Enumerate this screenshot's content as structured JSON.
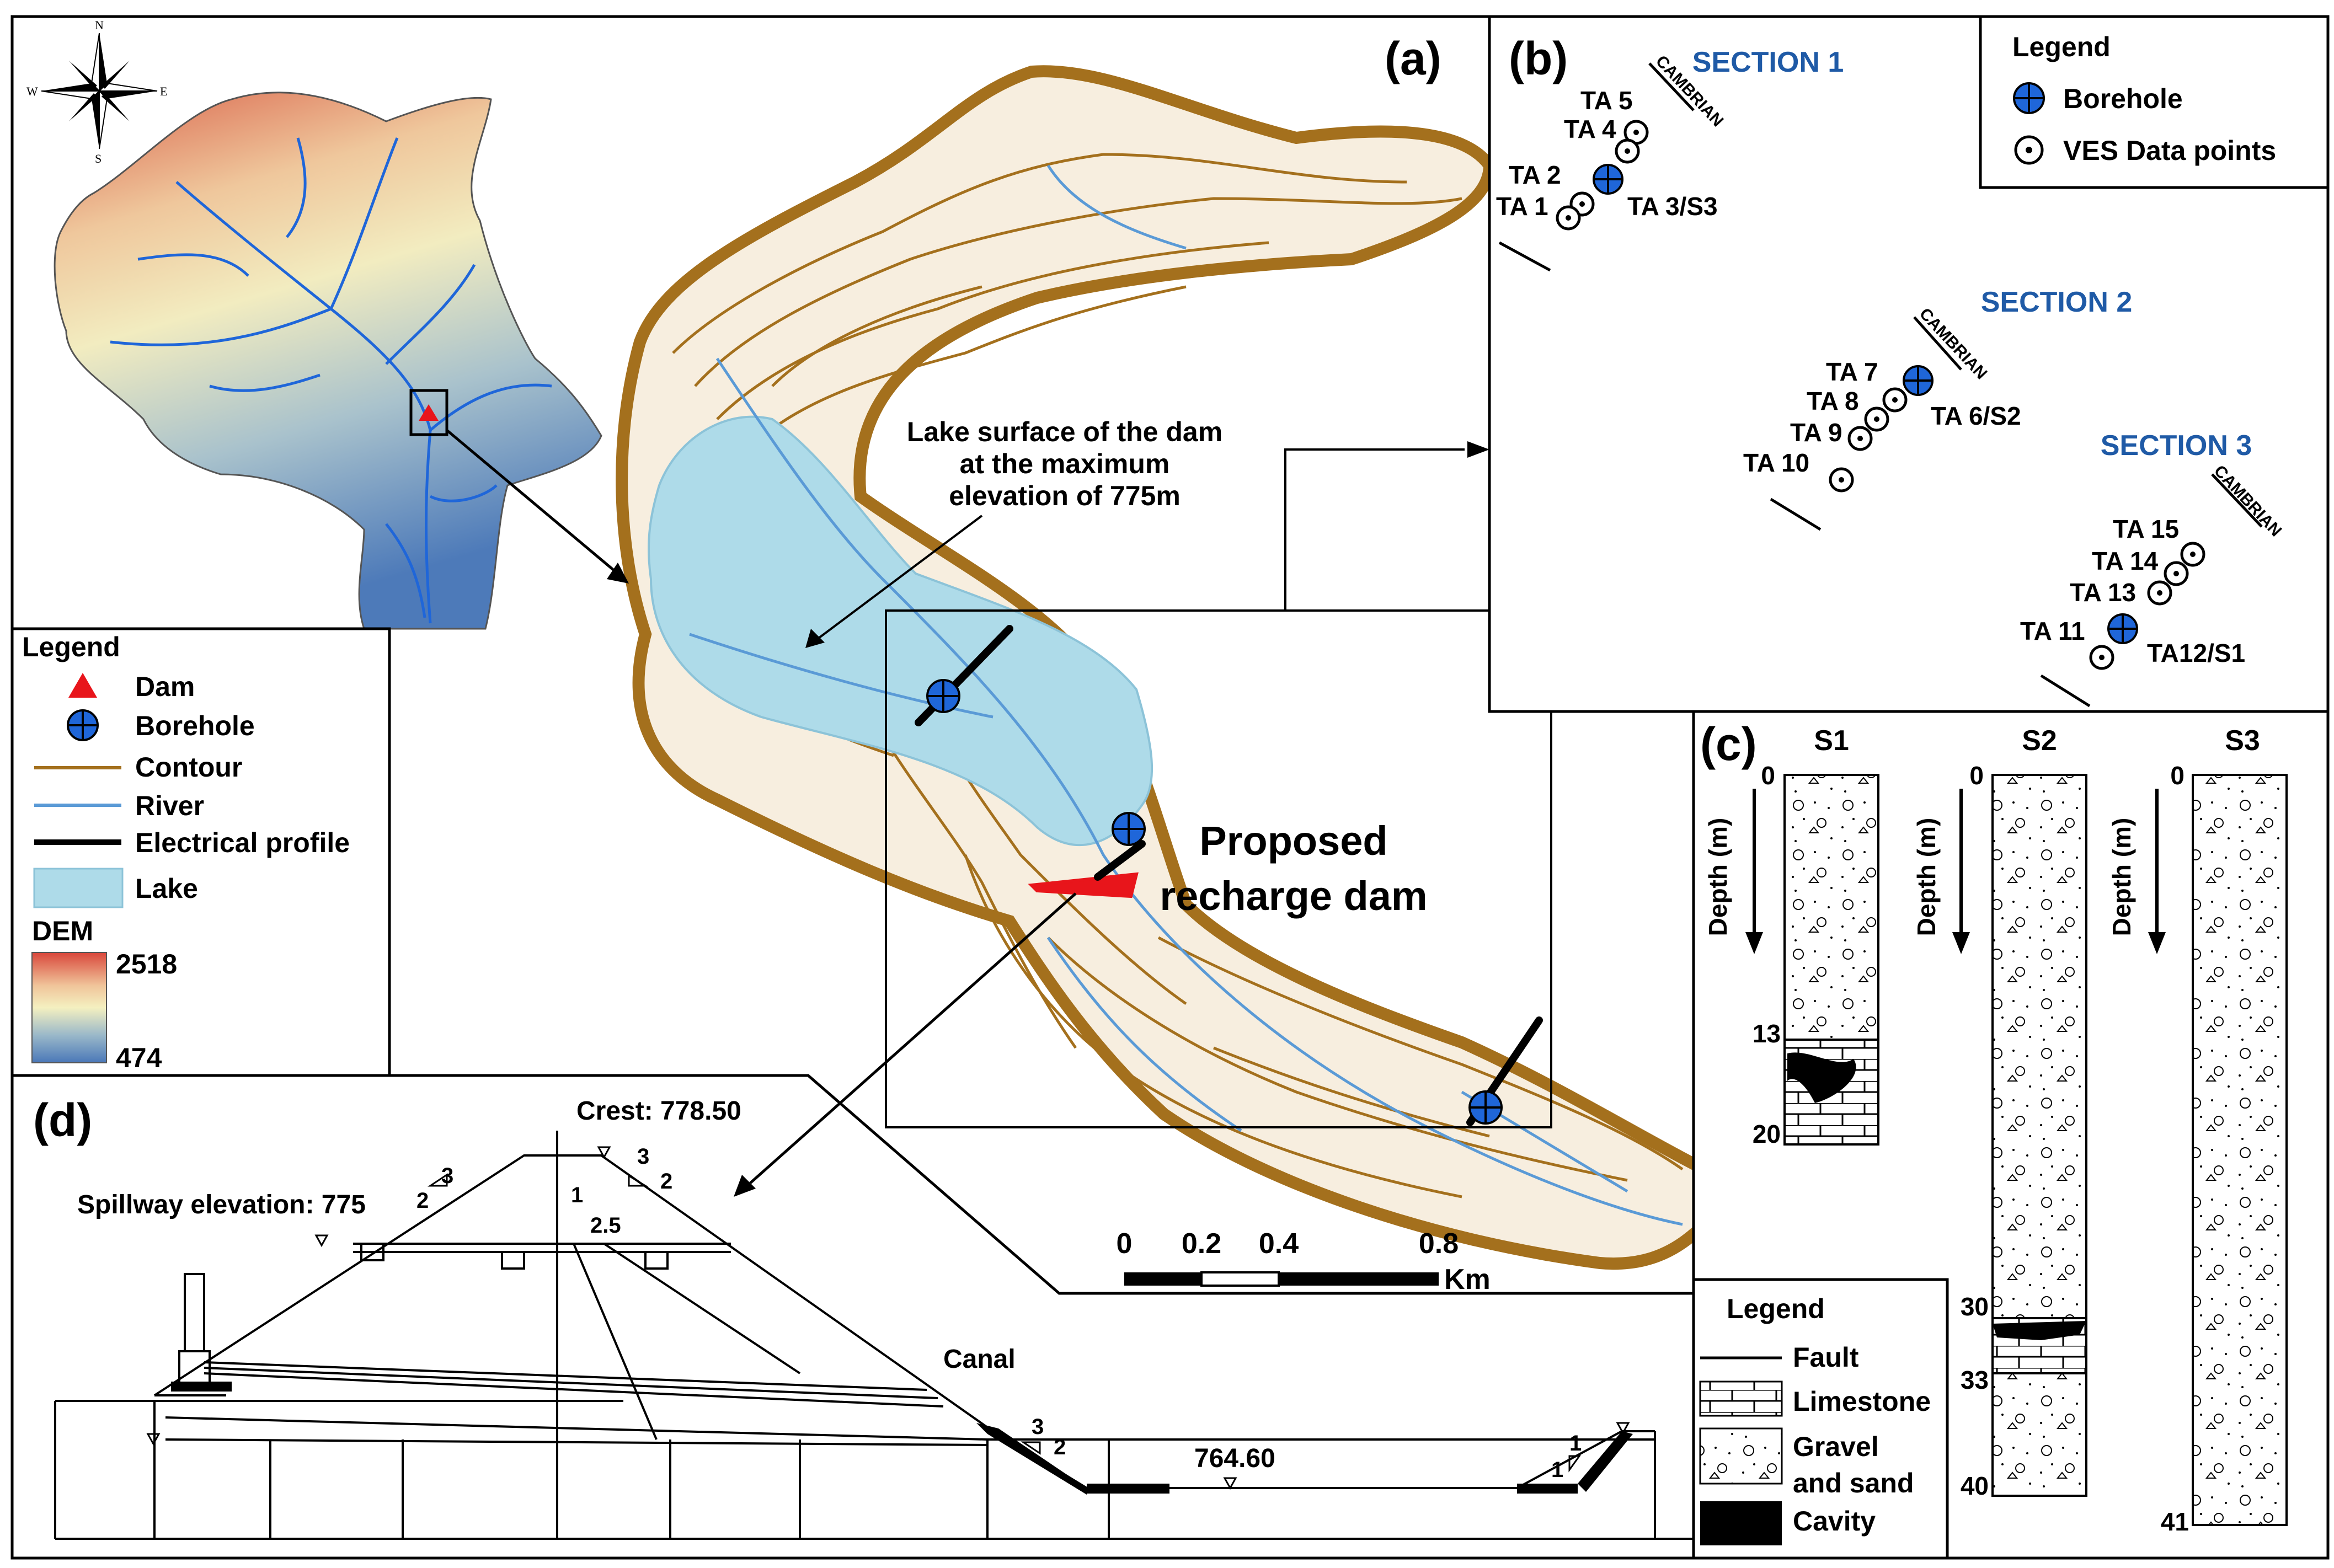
{
  "panels": {
    "a": "(a)",
    "b": "(b)",
    "c": "(c)",
    "d": "(d)"
  },
  "compass": {
    "n": "N",
    "s": "S",
    "e": "E",
    "w": "W"
  },
  "legend_a": {
    "title": "Legend",
    "items": [
      "Dam",
      "Borehole",
      "Contour",
      "River",
      "Electrical profile",
      "Lake"
    ],
    "dem_title": "DEM",
    "dem_max": "2518",
    "dem_min": "474"
  },
  "map_labels": {
    "lake_line1": "Lake surface of the dam",
    "lake_line2": "at the maximum",
    "lake_line3": "elevation of 775m",
    "dam_line1": "Proposed",
    "dam_line2": "recharge dam"
  },
  "scalebar": {
    "ticks": [
      "0",
      "0.2",
      "0.4",
      "0.8"
    ],
    "unit": "Km"
  },
  "sections": {
    "s1": {
      "title": "SECTION 1",
      "labels": [
        "TA 5",
        "TA 4",
        "TA 2",
        "TA 1",
        "TA 3/S3"
      ],
      "cambrian": "CAMBRIAN"
    },
    "s2": {
      "title": "SECTION 2",
      "labels": [
        "TA 7",
        "TA 8",
        "TA 9",
        "TA 10",
        "TA 6/S2"
      ],
      "cambrian": "CAMBRIAN"
    },
    "s3": {
      "title": "SECTION 3",
      "labels": [
        "TA 15",
        "TA 14",
        "TA 13",
        "TA 11",
        "TA12/S1"
      ],
      "cambrian": "CAMBRIAN"
    }
  },
  "legend_b": {
    "title": "Legend",
    "items": [
      "Borehole",
      "VES Data points"
    ]
  },
  "logs": {
    "s1": {
      "title": "S1",
      "depth_label": "Depth (m)",
      "ticks": [
        "0",
        "13",
        "20"
      ]
    },
    "s2": {
      "title": "S2",
      "depth_label": "Depth (m)",
      "ticks": [
        "0",
        "30",
        "33",
        "40"
      ]
    },
    "s3": {
      "title": "S3",
      "depth_label": "Depth (m)",
      "ticks": [
        "0",
        "41"
      ]
    }
  },
  "legend_c": {
    "title": "Legend",
    "items": [
      "Fault",
      "Limestone",
      "Gravel",
      "and sand",
      "Cavity"
    ]
  },
  "cross_section": {
    "crest": "Crest: 778.50",
    "spillway": "Spillway elevation: 775",
    "canal": "Canal",
    "bottom_elev": "764.60",
    "slope_labels": [
      "3",
      "2",
      "3",
      "2",
      "1",
      "2.5",
      "3",
      "2",
      "1",
      "1"
    ]
  },
  "colors": {
    "borehole": "#1f66d9",
    "dam": "#e8151b",
    "contour": "#a4701d",
    "river": "#5a9ad6",
    "lake": "#aedbe9",
    "section_title": "#1f5aa6"
  }
}
